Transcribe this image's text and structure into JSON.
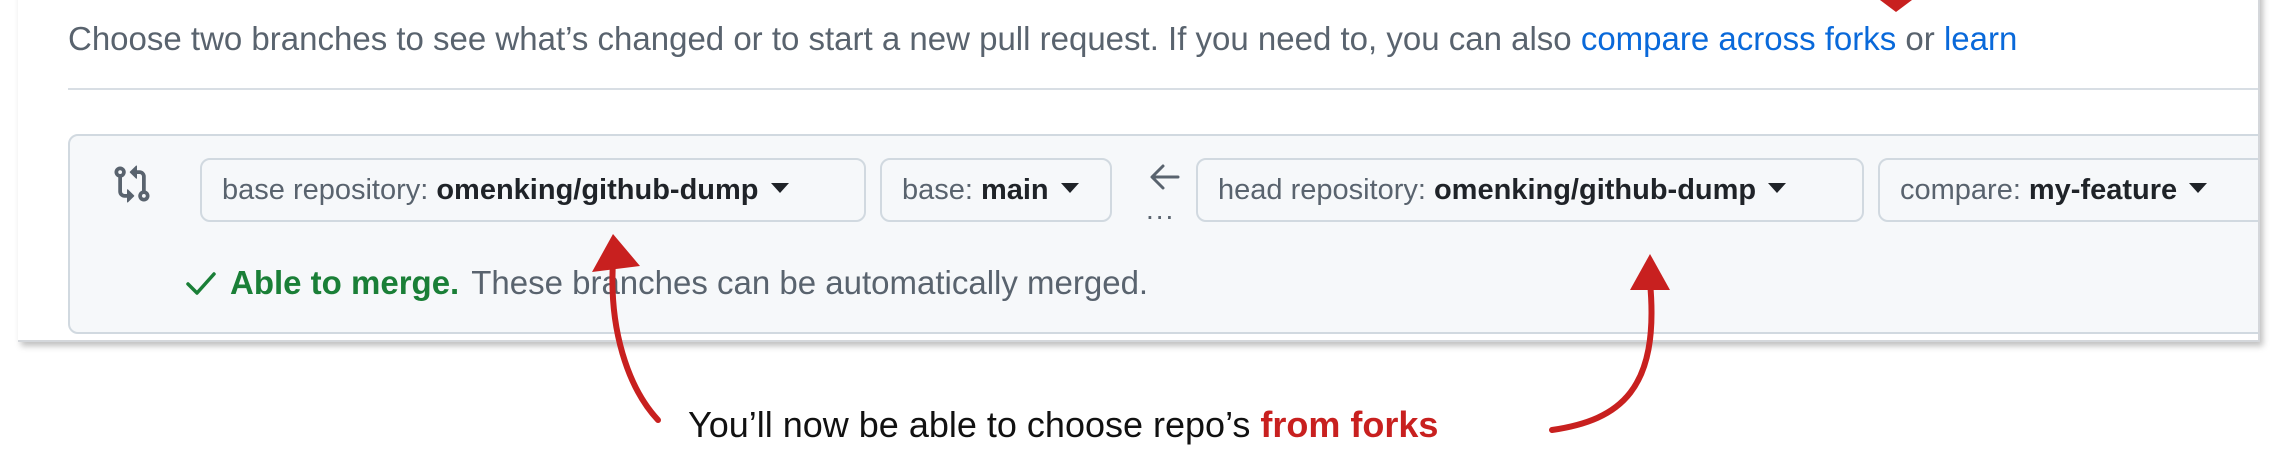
{
  "intro": {
    "text": "Choose two branches to see what’s changed or to start a new pull request. If you need to, you can also ",
    "link_forks": "compare across forks",
    "or": " or ",
    "link_learn": "learn"
  },
  "compare": {
    "base_repo_label": "base repository:",
    "base_repo_value": "omenking/github-dump",
    "base_label": "base:",
    "base_value": "main",
    "dots": "...",
    "head_repo_label": "head repository:",
    "head_repo_value": "omenking/github-dump",
    "compare_label": "compare:",
    "compare_value": "my-feature"
  },
  "merge": {
    "ok_text": "Able to merge.",
    "detail": "These branches can be automatically merged."
  },
  "annotation": {
    "text": "You’ll now be able to choose repo’s ",
    "highlight": "from forks"
  },
  "colors": {
    "link": "#0969da",
    "success": "#1a7f37",
    "annotation_red": "#c8201f"
  }
}
